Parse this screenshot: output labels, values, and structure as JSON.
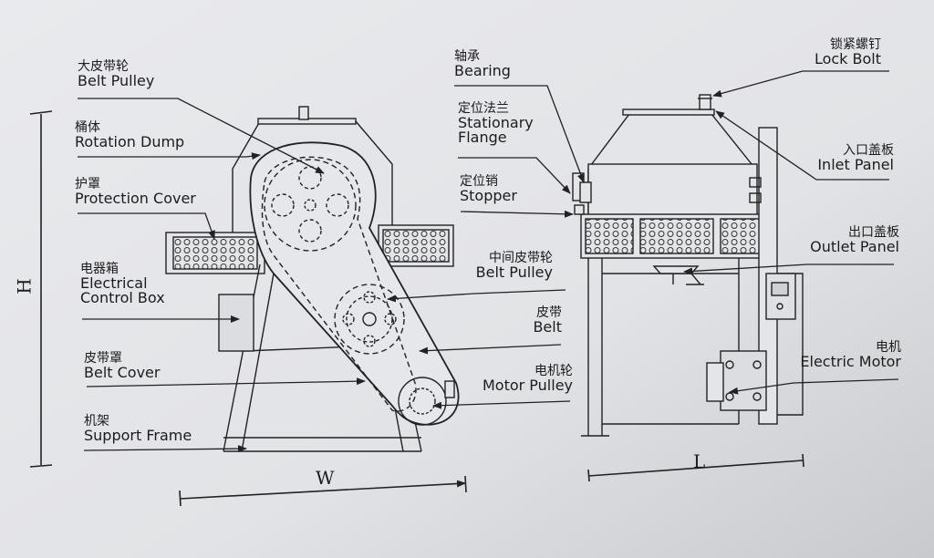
{
  "labels": {
    "belt_pulley_top": {
      "zh": "大皮带轮",
      "en": "Belt Pulley"
    },
    "rotation_dump": {
      "zh": "桶体",
      "en": "Rotation Dump"
    },
    "protection_cover": {
      "zh": "护罩",
      "en": "Protection Cover"
    },
    "electrical_box": {
      "zh": "电器箱",
      "en1": "Electrical",
      "en2": "Control Box"
    },
    "belt_cover": {
      "zh": "皮带罩",
      "en": "Belt Cover"
    },
    "support_frame": {
      "zh": "机架",
      "en": "Support Frame"
    },
    "bearing": {
      "zh": "轴承",
      "en": "Bearing"
    },
    "stationary_flange": {
      "zh": "定位法兰",
      "en1": "Stationary",
      "en2": "Flange"
    },
    "stopper": {
      "zh": "定位销",
      "en": "Stopper"
    },
    "belt_pulley_mid": {
      "zh": "中间皮带轮",
      "en": "Belt Pulley"
    },
    "belt": {
      "zh": "皮带",
      "en": "Belt"
    },
    "motor_pulley": {
      "zh": "电机轮",
      "en": "Motor Pulley"
    },
    "lock_bolt": {
      "zh": "锁紧螺钉",
      "en": "Lock Bolt"
    },
    "inlet_panel": {
      "zh": "入口盖板",
      "en": "Inlet Panel"
    },
    "outlet_panel": {
      "zh": "出口盖板",
      "en": "Outlet Panel"
    },
    "electric_motor": {
      "zh": "电机",
      "en": "Electric Motor"
    }
  },
  "dimensions": {
    "height": "H",
    "width": "W",
    "length": "L"
  },
  "colors": {
    "line": "#222222",
    "paper": "#e6e7ea"
  }
}
